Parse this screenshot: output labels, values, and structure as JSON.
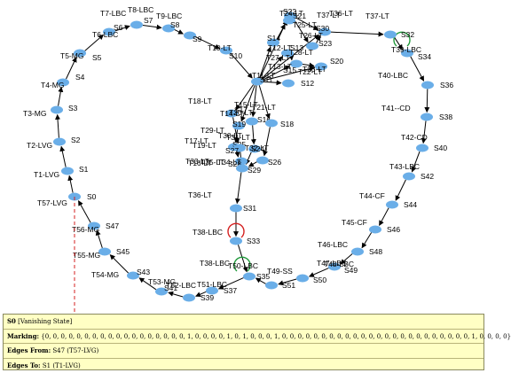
{
  "graph": {
    "nodes": [
      {
        "id": "S0"
      },
      {
        "id": "S1"
      },
      {
        "id": "S2"
      },
      {
        "id": "S3"
      },
      {
        "id": "S4"
      },
      {
        "id": "S5"
      },
      {
        "id": "S6"
      },
      {
        "id": "S7"
      },
      {
        "id": "S8"
      },
      {
        "id": "S9"
      },
      {
        "id": "S10"
      },
      {
        "id": "S11"
      },
      {
        "id": "S12"
      },
      {
        "id": "S13"
      },
      {
        "id": "S14"
      },
      {
        "id": "S15"
      },
      {
        "id": "S16"
      },
      {
        "id": "S17"
      },
      {
        "id": "S18"
      },
      {
        "id": "S19"
      },
      {
        "id": "S20"
      },
      {
        "id": "S21"
      },
      {
        "id": "S22"
      },
      {
        "id": "S23"
      },
      {
        "id": "S24"
      },
      {
        "id": "S25"
      },
      {
        "id": "S26"
      },
      {
        "id": "S27"
      },
      {
        "id": "S28"
      },
      {
        "id": "S29"
      },
      {
        "id": "S30"
      },
      {
        "id": "S31"
      },
      {
        "id": "S32"
      },
      {
        "id": "S33"
      },
      {
        "id": "S34"
      },
      {
        "id": "S35"
      },
      {
        "id": "S36"
      },
      {
        "id": "S37"
      },
      {
        "id": "S38"
      },
      {
        "id": "S39"
      },
      {
        "id": "S40"
      },
      {
        "id": "S41"
      },
      {
        "id": "S42"
      },
      {
        "id": "S43"
      },
      {
        "id": "S44"
      },
      {
        "id": "S45"
      },
      {
        "id": "S46"
      },
      {
        "id": "S47"
      },
      {
        "id": "S48"
      },
      {
        "id": "S49"
      },
      {
        "id": "S50"
      },
      {
        "id": "S51"
      }
    ],
    "edge_labels": [
      "T57-LVG",
      "T1-LVG",
      "T2-LVG",
      "T3-MG",
      "T4-MG",
      "T5-MG",
      "T6-LBC",
      "T7-LBC",
      "T8-LBC",
      "T9-LBC",
      "T10-LT",
      "T11-LT",
      "T12-LT",
      "T13-LT",
      "T14-LT",
      "T15-LT",
      "T16-LT",
      "T17-LT",
      "T18-LT",
      "T19-LT",
      "T20-LT",
      "T21-LT",
      "T22-LT",
      "T23-LT",
      "T24-LT",
      "T25-LT",
      "T26-LT",
      "T27-LT",
      "T28-LT",
      "T29-LT",
      "T30-LT",
      "T31-LT",
      "T32-LT",
      "T33-LT",
      "T34-LT",
      "T35-LT",
      "T36-LT",
      "T37-LT",
      "T38-LBC",
      "T39-LBC",
      "T40-LBC",
      "T41--CD",
      "T42-CD",
      "T43-LBC",
      "T44-CF",
      "T45-CF",
      "T46-LBC",
      "T47-LBC",
      "T48-LBC",
      "T49-SS",
      "T50-LBC",
      "T51-LBC",
      "T52-LBC",
      "T53-MG",
      "T54-MG",
      "T55-MG",
      "T56-MG",
      "T36-LT",
      "T37-LT",
      "T38-LBC"
    ],
    "colors": {
      "node": "#6aaee8",
      "edge": "#000000",
      "self_loop_red": "#d42020",
      "self_loop_green": "#1f9a3a",
      "selection": "#d42020"
    }
  },
  "tooltip": {
    "title": "S0",
    "title_suffix": " [Vanishing State]",
    "marking_label": "Marking:",
    "marking_value": " {0, 0, 0, 0, 0, 0, 0, 0, 0, 0, 0, 0, 0, 0, 0, 0, 0, 0, 1, 0, 0, 0, 0, 1, 0, 1, 0, 0, 0, 1, 0, 0, 0, 0, 0, 0, 0, 0, 0, 0, 0, 0, 0, 0, 0, 0, 0, 0, 0, 0, 0, 0, 0, 0, 1, 0, 0, 0, 0}",
    "edges_from_label": "Edges From:",
    "edges_from_value": " S47 (T57-LVG)",
    "edges_to_label": "Edges To:",
    "edges_to_value": " S1 (T1-LVG)"
  }
}
